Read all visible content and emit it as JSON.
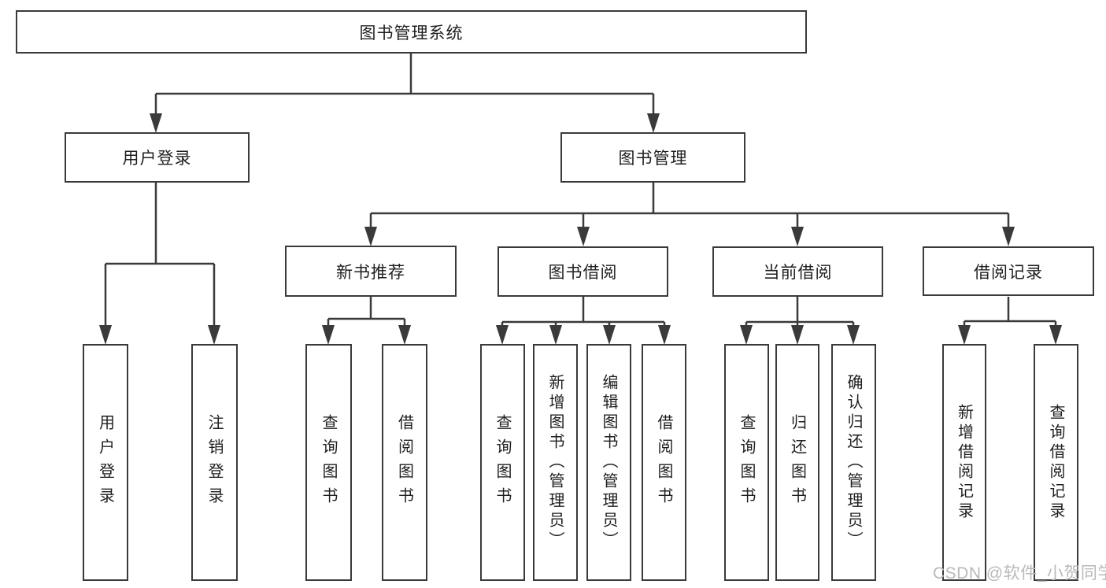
{
  "diagram": {
    "title": "图书管理系统",
    "nodes": {
      "root": "图书管理系统",
      "user_login": "用户登录",
      "book_mgmt": "图书管理",
      "new_book_rec": "新书推荐",
      "book_borrow": "图书借阅",
      "current_borrow": "当前借阅",
      "borrow_record": "借阅记录",
      "leaves": [
        "用户登录",
        "注销登录",
        "查询图书",
        "借阅图书",
        "查询图书",
        "新增图书（管理员）",
        "编辑图书（管理员）",
        "借阅图书",
        "查询图书",
        "归还图书",
        "确认归还（管理员）",
        "新增借阅记录",
        "查询借阅记录"
      ]
    },
    "colors": {
      "line": "#3a3a3a",
      "text": "#1f1f1f",
      "watermark": "#b9b9b9",
      "background": "#ffffff"
    },
    "watermark": "CSDN @软件_小贺同学"
  }
}
